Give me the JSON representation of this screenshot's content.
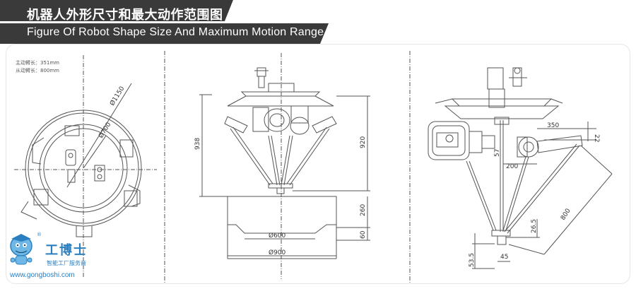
{
  "header": {
    "title_cn": "机器人外形尺寸和最大动作范围图",
    "title_en": "Figure Of Robot Shape Size And Maximum Motion Range"
  },
  "view1": {
    "note_line1": "主动臂长：351mm",
    "note_line2": "从动臂长：800mm",
    "dim_outer": "Ø1150",
    "dim_inner": "Ø700"
  },
  "view2": {
    "dim_total_height": "938",
    "dim_reach_height": "920",
    "dim_260": "260",
    "dim_60": "60",
    "dim_600": "Ø600",
    "dim_900": "Ø900"
  },
  "view3": {
    "dim_350": "350",
    "dim_22": "22",
    "dim_57": "57",
    "dim_200": "200",
    "dim_26_5": "26.5",
    "dim_800": "800",
    "dim_53_5": "53.5",
    "dim_45": "45"
  },
  "logo": {
    "reg_mark": "®",
    "name_cn": "工博士",
    "subtitle_cn": "智能工厂服务商",
    "url": "www.gongboshi.com"
  },
  "colors": {
    "header_dark": "#3a3a3a",
    "header_light": "#ffffff",
    "line": "#555555",
    "brand_blue": "#2a7fc0"
  }
}
